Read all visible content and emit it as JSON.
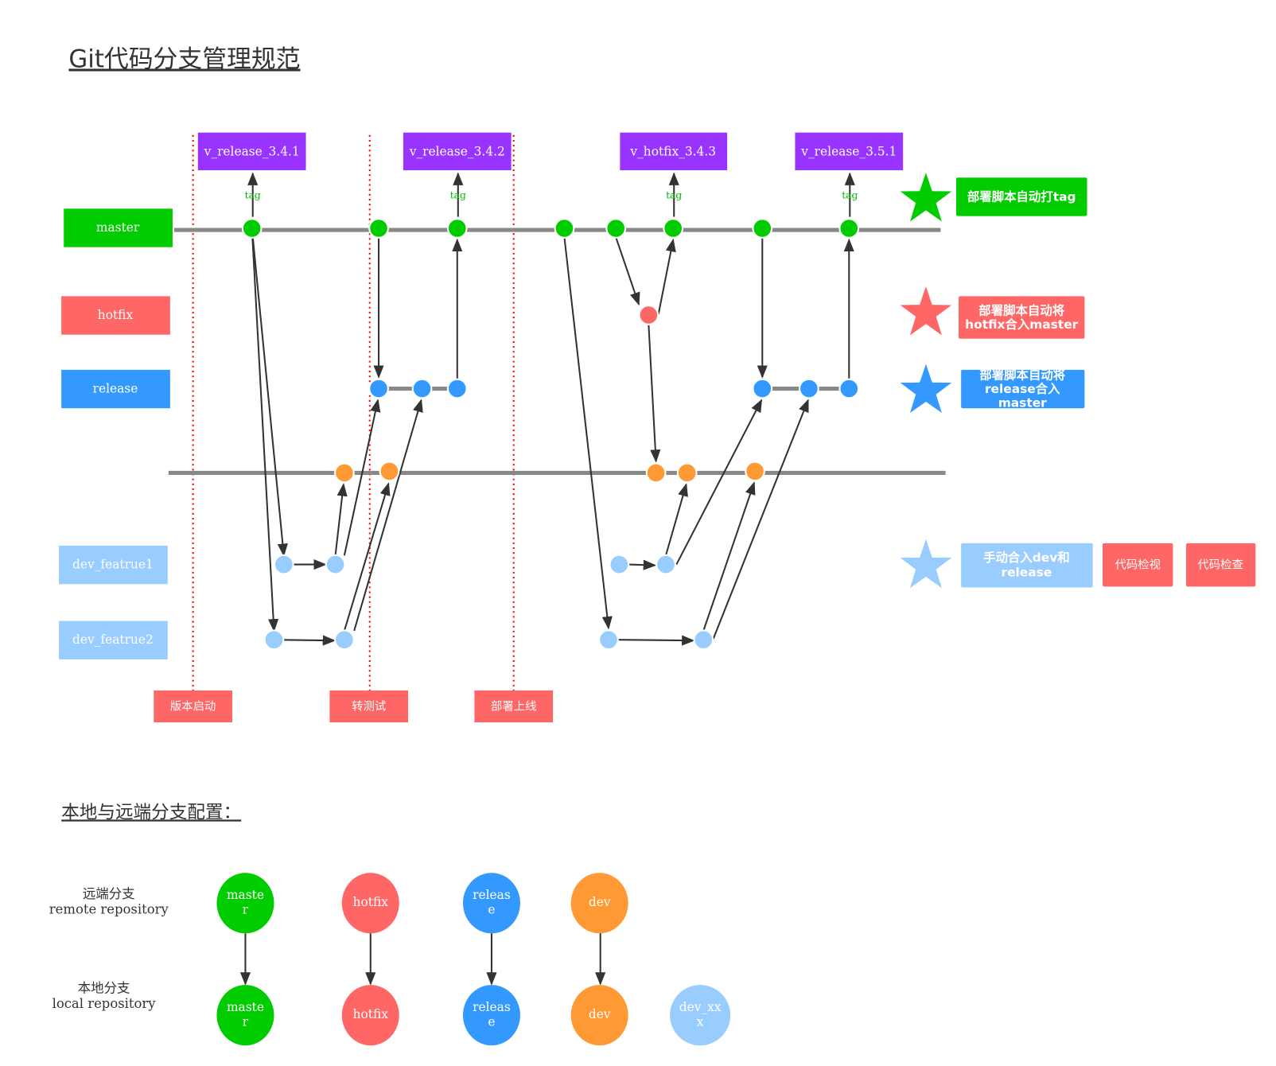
{
  "title": "Git代码分支管理规范",
  "subtitle": "本地与远端分支配置：",
  "colors": {
    "master": "#00CC00",
    "hotfix": "#FF6666",
    "release": "#3399FF",
    "dev": "#FF9933",
    "feature": "#99CCFF",
    "tag": "#9933FF",
    "line": "#888888"
  },
  "branches": {
    "master": "master",
    "hotfix": "hotfix",
    "release": "release",
    "feature1": "dev_featrue1",
    "feature2": "dev_featrue2"
  },
  "tags": [
    "v_release_3.4.1",
    "v_release_3.4.2",
    "v_hotfix_3.4.3",
    "v_release_3.5.1"
  ],
  "tag_label": "tag",
  "stages": [
    "版本启动",
    "转测试",
    "部署上线"
  ],
  "legend": {
    "green": "部署脚本自动打tag",
    "red": [
      "部署脚本自动将",
      "hotfix合入master"
    ],
    "blue": [
      "部署脚本自动将",
      "release合入",
      "master"
    ],
    "lightblue": [
      "手动合入dev和",
      "release"
    ],
    "review": "代码检视",
    "check": "代码检查"
  },
  "repo": {
    "remote_label": [
      "远端分支",
      "remote repository"
    ],
    "local_label": [
      "本地分支",
      "local repository"
    ],
    "remote": [
      [
        "maste",
        "r"
      ],
      [
        "hotfix"
      ],
      [
        "releas",
        "e"
      ],
      [
        "dev"
      ]
    ],
    "local": [
      [
        "maste",
        "r"
      ],
      [
        "hotfix"
      ],
      [
        "releas",
        "e"
      ],
      [
        "dev"
      ],
      [
        "dev_xx",
        "x"
      ]
    ]
  }
}
